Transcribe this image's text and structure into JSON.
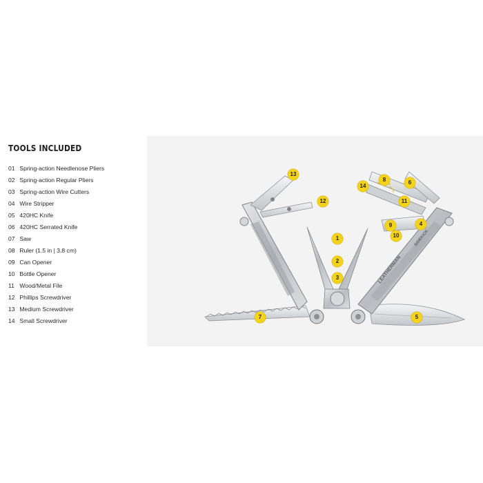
{
  "title": "TOOLS INCLUDED",
  "tools": [
    {
      "num": "01",
      "name": "Spring-action Needlenose Pliers"
    },
    {
      "num": "02",
      "name": "Spring-action Regular Pliers"
    },
    {
      "num": "03",
      "name": "Spring-action Wire Cutters"
    },
    {
      "num": "04",
      "name": "Wire Stripper"
    },
    {
      "num": "05",
      "name": "420HC Knife"
    },
    {
      "num": "06",
      "name": "420HC Serrated Knife"
    },
    {
      "num": "07",
      "name": "Saw"
    },
    {
      "num": "08",
      "name": "Ruler (1.5 in | 3.8 cm)"
    },
    {
      "num": "09",
      "name": "Can Opener"
    },
    {
      "num": "10",
      "name": "Bottle Opener"
    },
    {
      "num": "11",
      "name": "Wood/Metal File"
    },
    {
      "num": "12",
      "name": "Phillips Screwdriver"
    },
    {
      "num": "13",
      "name": "Medium Screwdriver"
    },
    {
      "num": "14",
      "name": "Small Screwdriver"
    }
  ],
  "callouts": [
    "1",
    "2",
    "3",
    "4",
    "5",
    "6",
    "7",
    "8",
    "9",
    "10",
    "11",
    "12",
    "13",
    "14"
  ],
  "brand_text": "LEATHERMAN",
  "model_text": "SIDEKICK",
  "colors": {
    "callout": "#f5d31a",
    "steel": "#c9ccd0",
    "panel": "#f3f3f3"
  }
}
